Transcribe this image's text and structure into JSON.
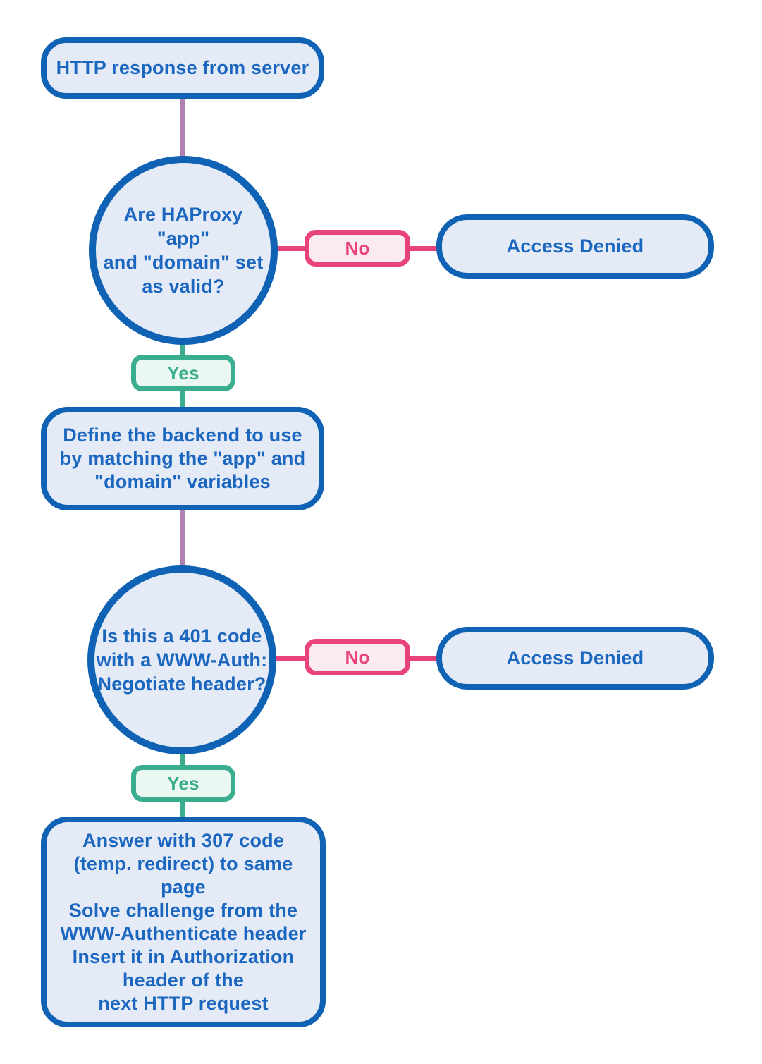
{
  "nodes": {
    "start": "HTTP response from server",
    "decision1": "Are HAProxy \"app\"\nand \"domain\" set\nas valid?",
    "no1": "No",
    "access_denied1": "Access Denied",
    "yes1": "Yes",
    "process1": "Define the backend to use\nby matching the \"app\" and\n\"domain\" variables",
    "decision2": "Is this a 401 code\nwith a WWW-Auth:\nNegotiate header?",
    "no2": "No",
    "access_denied2": "Access Denied",
    "yes2": "Yes",
    "process2": "Answer with 307 code\n(temp. redirect) to same\npage\nSolve challenge from the\nWWW-Authenticate header\nInsert it in Authorization\nheader of the\nnext HTTP request"
  },
  "colors": {
    "blue_border": "#1062b4",
    "blue_fill": "#e4ebf7",
    "blue_text": "#1b67c0",
    "pink_border": "#e8437b",
    "pink_fill": "#fceaf2",
    "pink_text": "#e8437b",
    "green_border": "#39ad8e",
    "green_fill": "#ebf7f1",
    "green_text": "#39ad8e",
    "purple_line": "#b17fb5"
  }
}
